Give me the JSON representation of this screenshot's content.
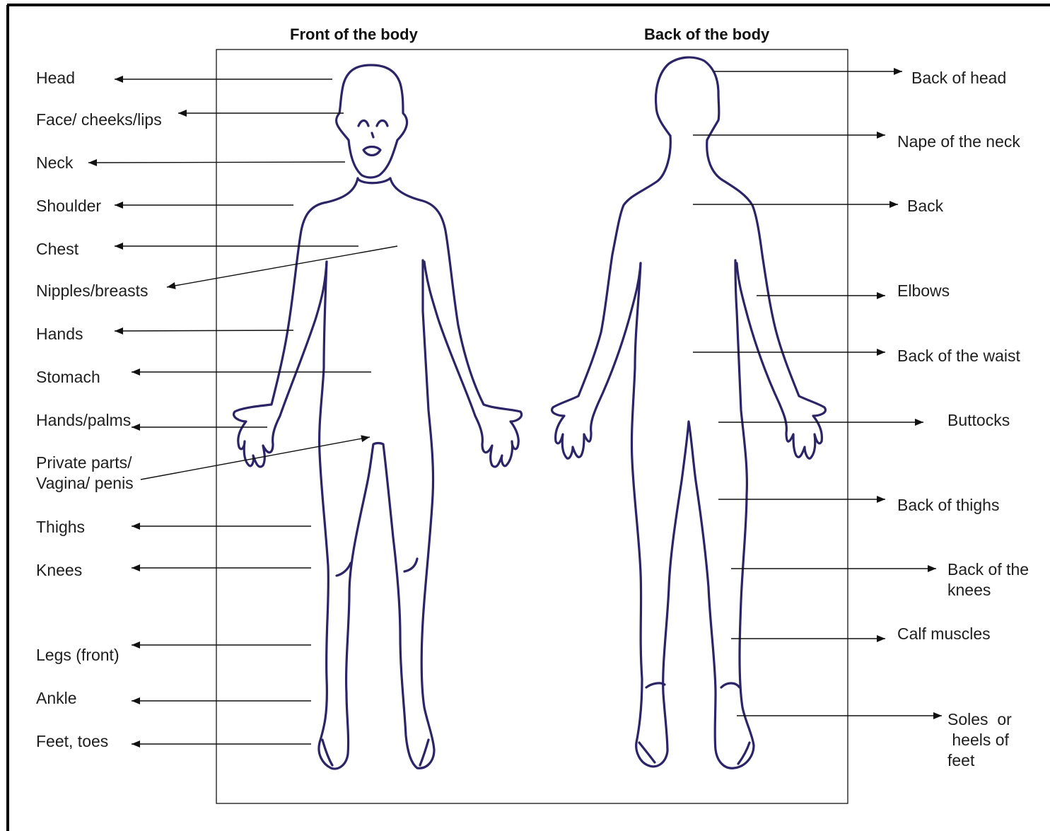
{
  "titles": {
    "front": "Front of the body",
    "back": "Back of the body"
  },
  "front_labels": [
    "Head",
    "Face/ cheeks/lips",
    "Neck",
    "Shoulder",
    "Chest",
    "Nipples/breasts",
    "Hands",
    "Stomach",
    "Hands/palms",
    "Private parts/\nVagina/ penis",
    "Thighs",
    "Knees",
    "Legs (front)",
    "Ankle",
    "Feet, toes"
  ],
  "back_labels": [
    "Back of head",
    "Nape of the neck",
    "Back",
    "Elbows",
    "Back of the waist",
    "Buttocks",
    "Back of thighs",
    "Back of the\nknees",
    "Calf muscles",
    "Soles  or\n heels of\nfeet"
  ],
  "colors": {
    "outline": "#2b2466",
    "arrows": "#111111",
    "border": "#000000"
  }
}
